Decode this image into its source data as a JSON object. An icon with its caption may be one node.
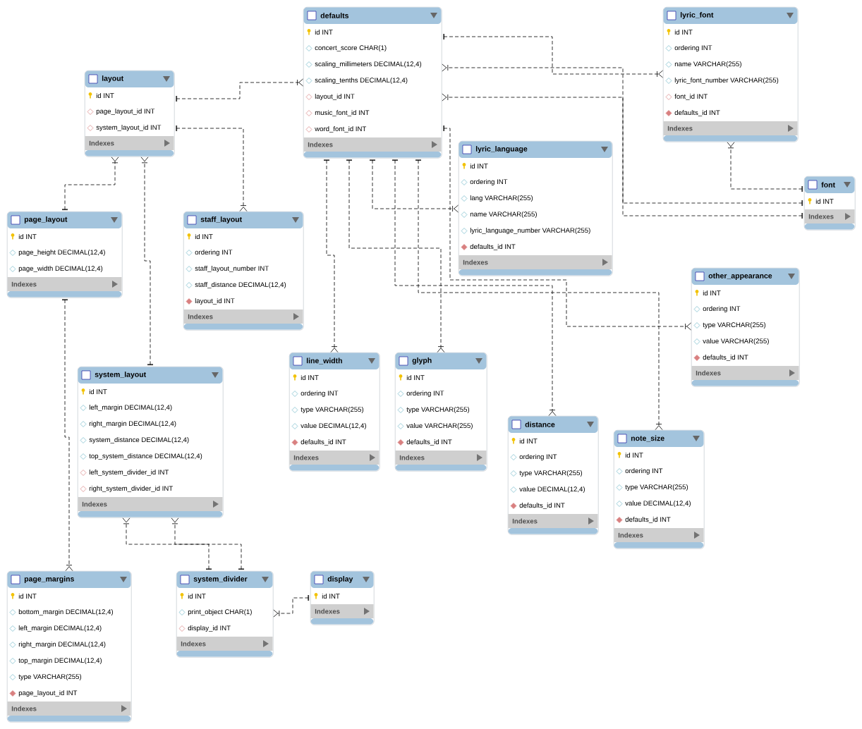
{
  "diagram": {
    "nodes": [
      {
        "text": [
          "defaults",
          "id INT",
          "concert_score CHAR(1)",
          "scaling_millimeters DECIMAL(12,4)",
          "scaling_tenths DECIMAL(12,4)",
          "layout_id INT",
          "music_font_id INT",
          "word_font_id INT",
          "Indexes"
        ]
      },
      {
        "text": [
          "lyric_font",
          "id INT",
          "ordering INT",
          "name VARCHAR(255)",
          "lyric_font_number VARCHAR(255)",
          "font_id INT",
          "defaults_id INT",
          "Indexes"
        ]
      },
      {
        "text": [
          "layout",
          "id INT",
          "page_layout_id INT",
          "system_layout_id INT",
          "Indexes"
        ]
      },
      {
        "text": [
          "font",
          "id INT",
          "Indexes"
        ]
      },
      {
        "text": [
          "lyric_language",
          "id INT",
          "ordering INT",
          "lang VARCHAR(255)",
          "name VARCHAR(255)",
          "lyric_language_number VARCHAR(255)",
          "defaults_id INT",
          "Indexes"
        ]
      },
      {
        "text": [
          "page_layout",
          "id INT",
          "page_height DECIMAL(12,4)",
          "page_width DECIMAL(12,4)",
          "Indexes"
        ]
      },
      {
        "text": [
          "staff_layout",
          "id INT",
          "ordering INT",
          "staff_layout_number INT",
          "staff_distance DECIMAL(12,4)",
          "layout_id INT",
          "Indexes"
        ]
      },
      {
        "text": [
          "other_appearance",
          "id INT",
          "ordering INT",
          "type VARCHAR(255)",
          "value VARCHAR(255)",
          "defaults_id INT",
          "Indexes"
        ]
      },
      {
        "text": [
          "line_width",
          "id INT",
          "ordering INT",
          "type VARCHAR(255)",
          "value DECIMAL(12,4)",
          "defaults_id INT",
          "Indexes"
        ]
      },
      {
        "text": [
          "glyph",
          "id INT",
          "ordering INT",
          "type VARCHAR(255)",
          "value VARCHAR(255)",
          "defaults_id INT",
          "Indexes"
        ]
      },
      {
        "text": [
          "system_layout",
          "id INT",
          "left_margin DECIMAL(12,4)",
          "right_margin DECIMAL(12,4)",
          "system_distance DECIMAL(12,4)",
          "top_system_distance DECIMAL(12,4)",
          "left_system_divider_id INT",
          "right_system_divider_id INT",
          "Indexes"
        ]
      },
      {
        "text": [
          "distance",
          "id INT",
          "ordering INT",
          "type VARCHAR(255)",
          "value DECIMAL(12,4)",
          "defaults_id INT",
          "Indexes"
        ]
      },
      {
        "text": [
          "note_size",
          "id INT",
          "ordering INT",
          "type VARCHAR(255)",
          "value DECIMAL(12,4)",
          "defaults_id INT",
          "Indexes"
        ]
      },
      {
        "text": [
          "page_margins",
          "id INT",
          "bottom_margin DECIMAL(12,4)",
          "left_margin DECIMAL(12,4)",
          "right_margin DECIMAL(12,4)",
          "top_margin DECIMAL(12,4)",
          "type VARCHAR(255)",
          "page_layout_id INT",
          "Indexes"
        ]
      },
      {
        "text": [
          "system_divider",
          "id INT",
          "print_object CHAR(1)",
          "display_id INT",
          "Indexes"
        ]
      },
      {
        "text": [
          "display",
          "id INT",
          "Indexes"
        ]
      }
    ],
    "edges": [
      {
        "from": 2,
        "to": 0,
        "arrow": "other",
        "style": "dashed"
      },
      {
        "from": 2,
        "to": 6,
        "arrow": "other",
        "style": "dashed"
      },
      {
        "from": 5,
        "to": 2,
        "arrow": "other",
        "style": "dashed"
      },
      {
        "from": 10,
        "to": 2,
        "arrow": "other",
        "style": "dashed"
      },
      {
        "from": 5,
        "to": 13,
        "arrow": "other",
        "style": "dashed"
      },
      {
        "from": 14,
        "to": 10,
        "arrow": "other",
        "style": "dashed"
      },
      {
        "from": 14,
        "to": 10,
        "arrow": "other",
        "style": "dashed"
      },
      {
        "from": 15,
        "to": 14,
        "arrow": "other",
        "style": "dashed"
      },
      {
        "from": 0,
        "to": 1,
        "arrow": "other",
        "style": "dashed"
      },
      {
        "from": 3,
        "to": 0,
        "arrow": "other",
        "style": "dashed"
      },
      {
        "from": 3,
        "to": 0,
        "arrow": "other",
        "style": "dashed"
      },
      {
        "from": 3,
        "to": 1,
        "arrow": "other",
        "style": "dashed"
      },
      {
        "from": 0,
        "to": 7,
        "arrow": "other",
        "style": "dashed"
      },
      {
        "from": 0,
        "to": 8,
        "arrow": "other",
        "style": "dashed"
      },
      {
        "from": 0,
        "to": 9,
        "arrow": "other",
        "style": "dashed"
      },
      {
        "from": 0,
        "to": 4,
        "arrow": "other",
        "style": "dashed"
      },
      {
        "from": 0,
        "to": 11,
        "arrow": "other",
        "style": "dashed"
      },
      {
        "from": 0,
        "to": 12,
        "arrow": "other",
        "style": "dashed"
      }
    ]
  }
}
